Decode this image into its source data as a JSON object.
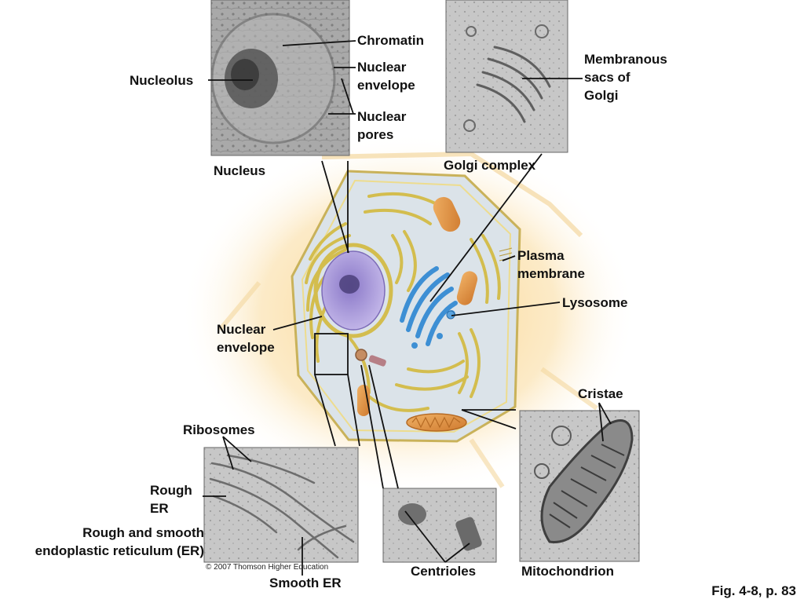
{
  "labels": {
    "chromatin": "Chromatin",
    "nuclear_envelope_top_1": "Nuclear",
    "nuclear_envelope_top_2": "envelope",
    "nucleolus": "Nucleolus",
    "nuclear_pores_1": "Nuclear",
    "nuclear_pores_2": "pores",
    "nucleus": "Nucleus",
    "golgi_sacs_1": "Membranous",
    "golgi_sacs_2": "sacs of",
    "golgi_sacs_3": "Golgi",
    "golgi_complex": "Golgi complex",
    "plasma_membrane_1": "Plasma",
    "plasma_membrane_2": "membrane",
    "lysosome": "Lysosome",
    "nuclear_envelope_mid_1": "Nuclear",
    "nuclear_envelope_mid_2": "envelope",
    "cristae": "Cristae",
    "ribosomes": "Ribosomes",
    "rough_er_1": "Rough",
    "rough_er_2": "ER",
    "er_caption_1": "Rough and smooth",
    "er_caption_2": "endoplastic reticulum (ER)",
    "smooth_er": "Smooth ER",
    "centrioles": "Centrioles",
    "mitochondrion": "Mitochondrion"
  },
  "credit": "© 2007 Thomson Higher Education",
  "figure_ref": "Fig. 4-8, p. 83",
  "colors": {
    "nucleus": "#a99ad6",
    "golgi": "#3d8fd4",
    "er": "#d8c45a",
    "cytoplasm": "#dbe3e9",
    "mitochondria": "#e39a4a",
    "glow": "#f8cf7e",
    "micrograph": "#a8a8a8"
  }
}
